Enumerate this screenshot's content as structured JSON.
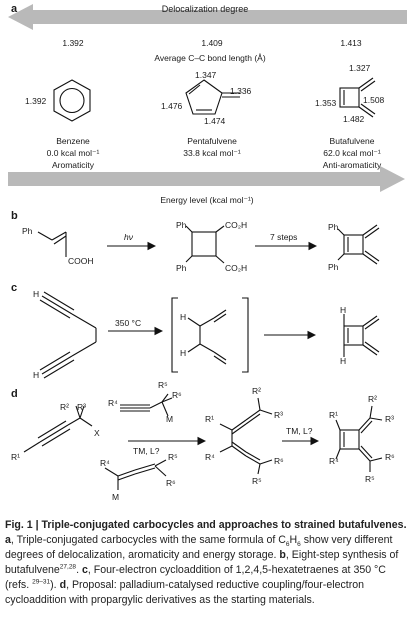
{
  "panel_a": {
    "letter": "a",
    "delocalization_label": "Delocalization degree",
    "bond_lengths_top": [
      "1.392",
      "1.409",
      "1.413"
    ],
    "avg_bond_label": "Average C–C bond length (Å)",
    "benzene": {
      "bond": "1.392",
      "name": "Benzene",
      "energy": "0.0 kcal mol⁻¹",
      "property": "Aromaticity"
    },
    "pentafulvene": {
      "bond_top": "1.347",
      "bond_right": "1.336",
      "bond_left": "1.476",
      "bond_bottom": "1.474",
      "name": "Pentafulvene",
      "energy": "33.8 kcal mol⁻¹"
    },
    "butafulvene": {
      "bond_top": "1.327",
      "bond_left": "1.353",
      "bond_right": "1.508",
      "bond_bottom": "1.482",
      "name": "Butafulvene",
      "energy": "62.0 kcal mol⁻¹",
      "property": "Anti-aromaticity"
    },
    "energy_label": "Energy level (kcal mol⁻¹)"
  },
  "panel_b": {
    "letter": "b",
    "ph": "Ph",
    "cooh": "COOH",
    "hv": "hν",
    "co2h": "CO₂H",
    "steps": "7 steps"
  },
  "panel_c": {
    "letter": "c",
    "h": "H",
    "temp": "350 °C"
  },
  "panel_d": {
    "letter": "d",
    "r1": "R¹",
    "r2": "R²",
    "r3": "R³",
    "r4": "R⁴",
    "r5": "R⁵",
    "r6": "R⁶",
    "x": "X",
    "m": "M",
    "conditions": "TM, L?"
  },
  "caption": {
    "title": "Fig. 1 | Triple-conjugated carbocycles and approaches to strained butafulvenes.",
    "a_label": "a",
    "a_text_1": ", Triple-conjugated carbocycles with the same formula of C",
    "sub6a": "6",
    "h_letter": "H",
    "sub6b": "6",
    "a_text_2": " show very different degrees of delocalization, aromaticity and energy storage. ",
    "b_label": "b",
    "b_text": ", Eight-step synthesis of butafulvene",
    "b_refs": "27,28",
    "c_sep": ". ",
    "c_label": "c",
    "c_text": ", Four-electron cycloaddition of 1,2,4,5-hexatetraenes at 350 °C (refs. ",
    "c_refs": "29–31",
    "c_end": "). ",
    "d_label": "d",
    "d_text": ", Proposal: palladium-catalysed reductive coupling/four-electron cycloaddition with propargylic derivatives as the starting materials."
  }
}
